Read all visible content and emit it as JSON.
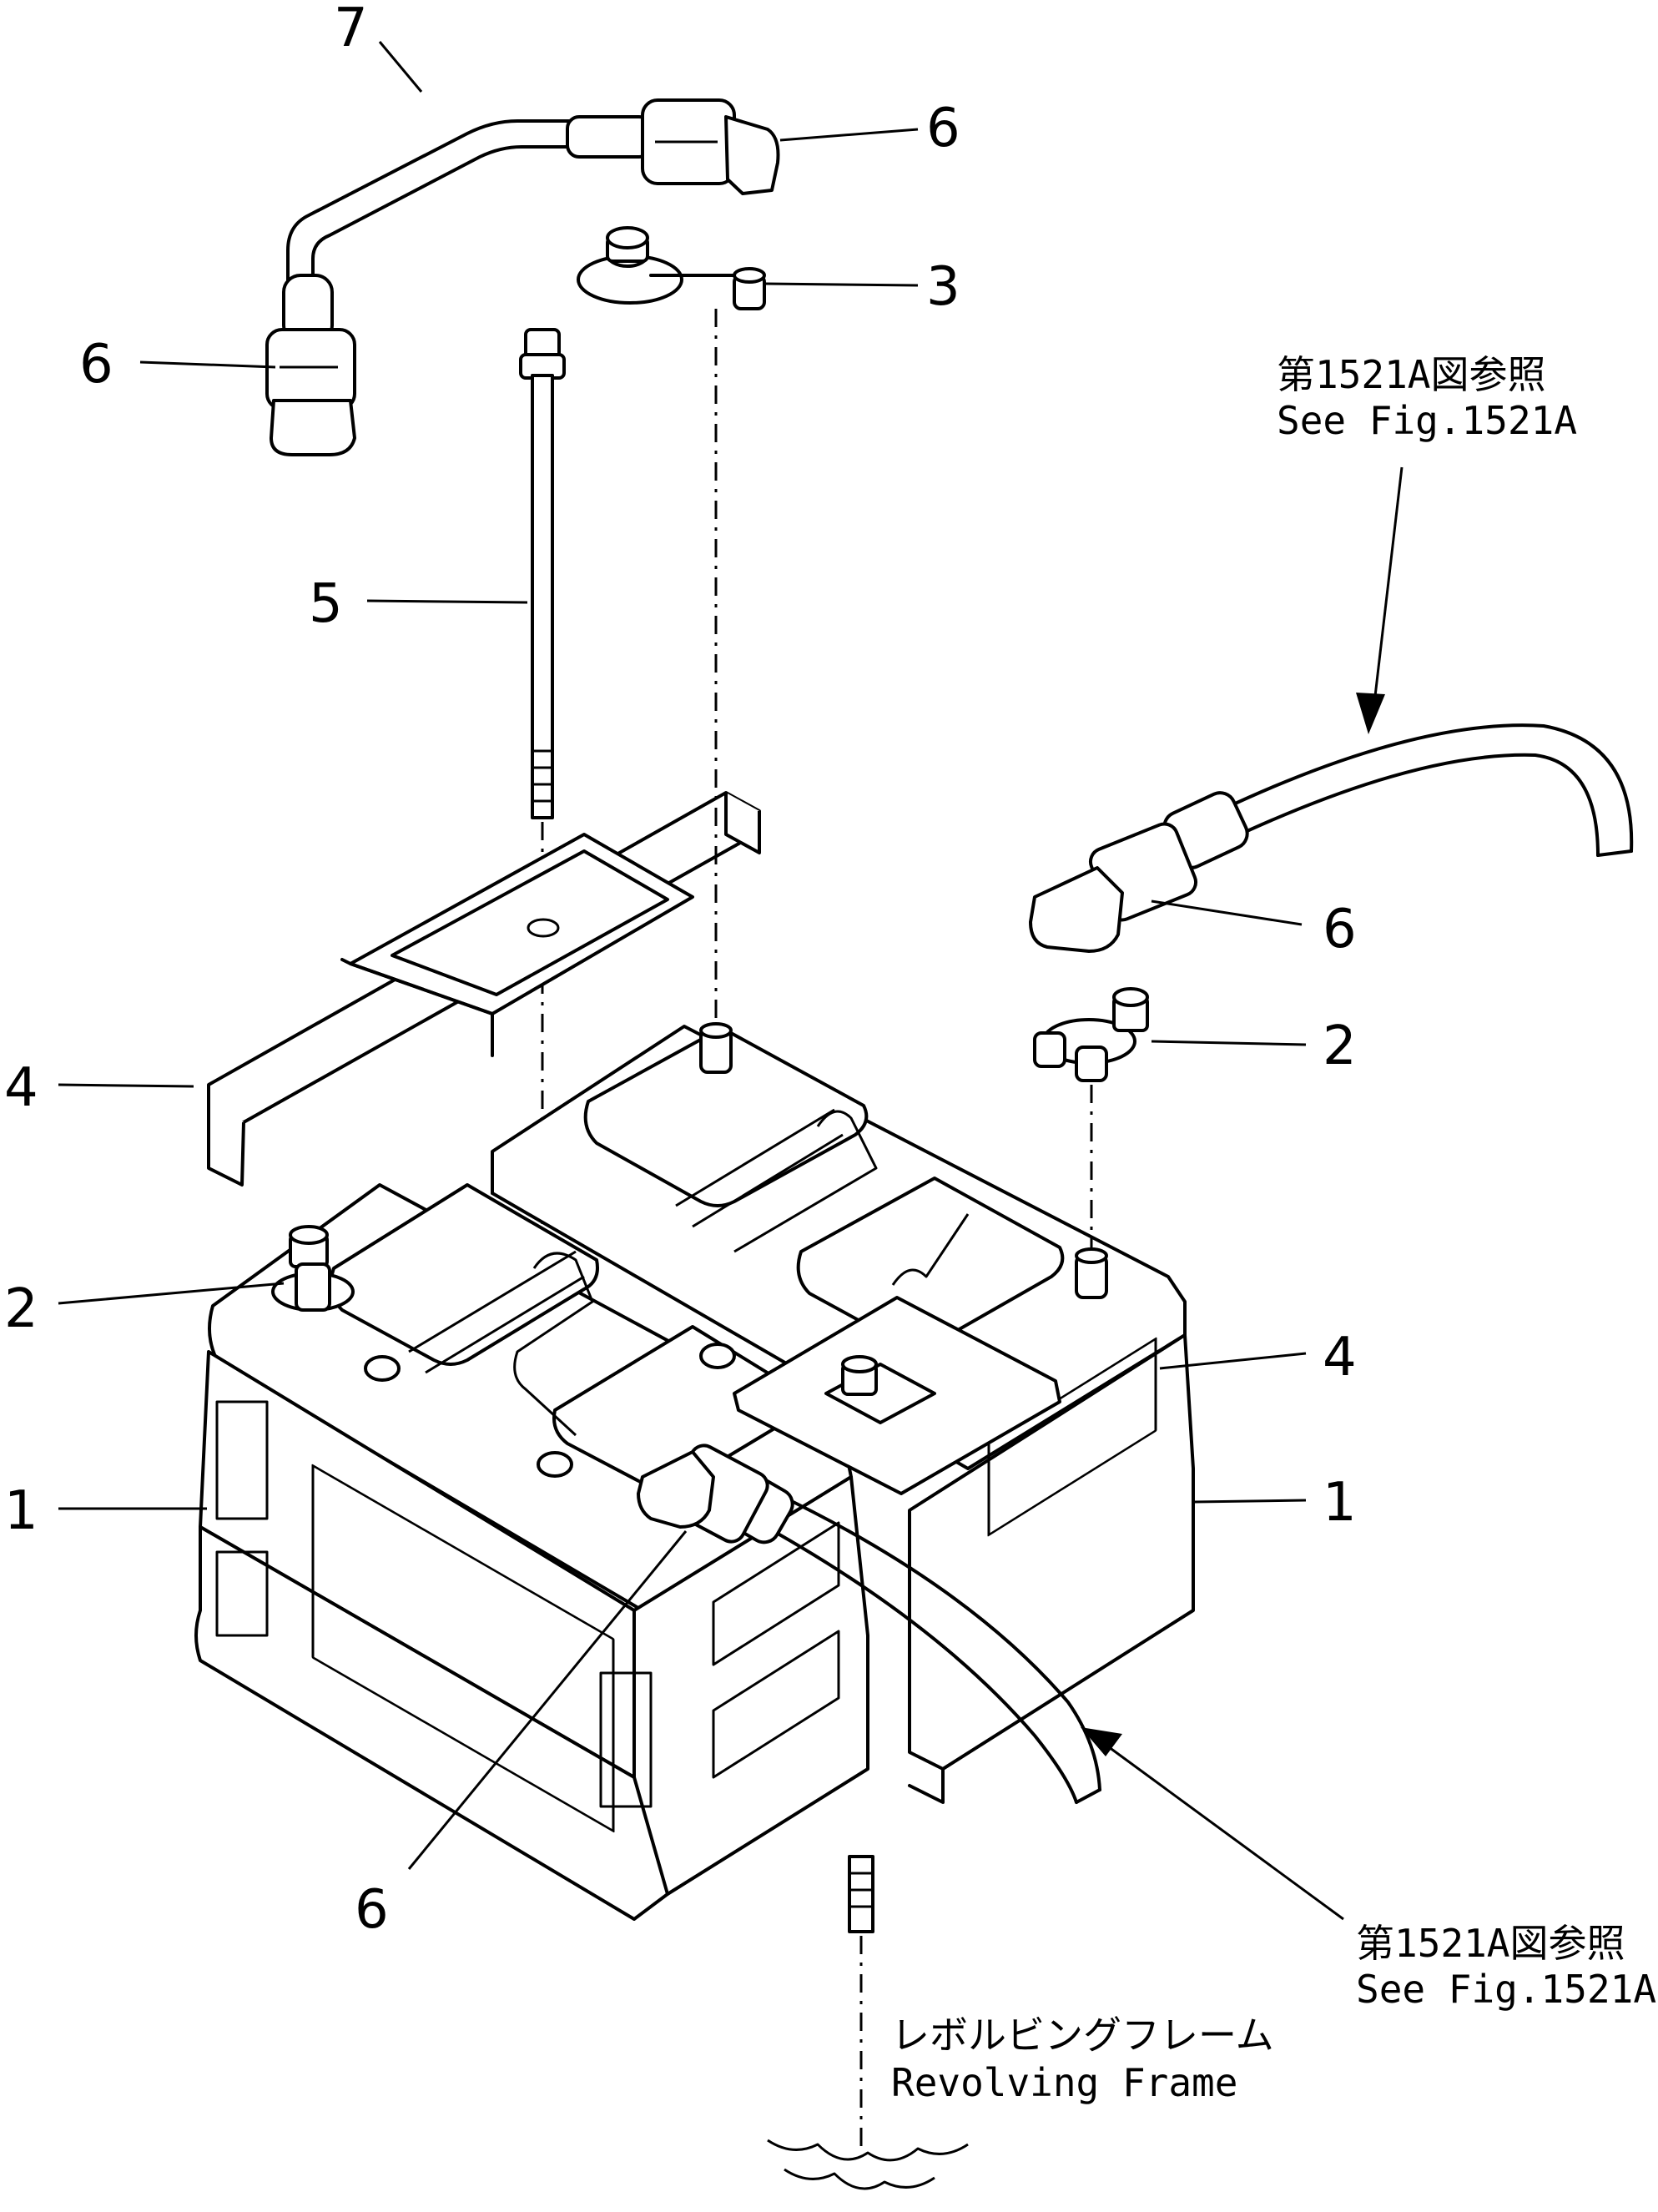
{
  "callouts": [
    "1",
    "1",
    "2",
    "2",
    "3",
    "4",
    "4",
    "5",
    "6",
    "6",
    "6",
    "6",
    "7"
  ],
  "references": {
    "top_right": {
      "line1": "第1521A図参照",
      "line2": "See Fig.1521A"
    },
    "bottom_right": {
      "line1": "第1521A図参照",
      "line2": "See Fig.1521A"
    },
    "frame": {
      "line1": "レボルビングフレーム",
      "line2": "Revolving Frame"
    }
  }
}
